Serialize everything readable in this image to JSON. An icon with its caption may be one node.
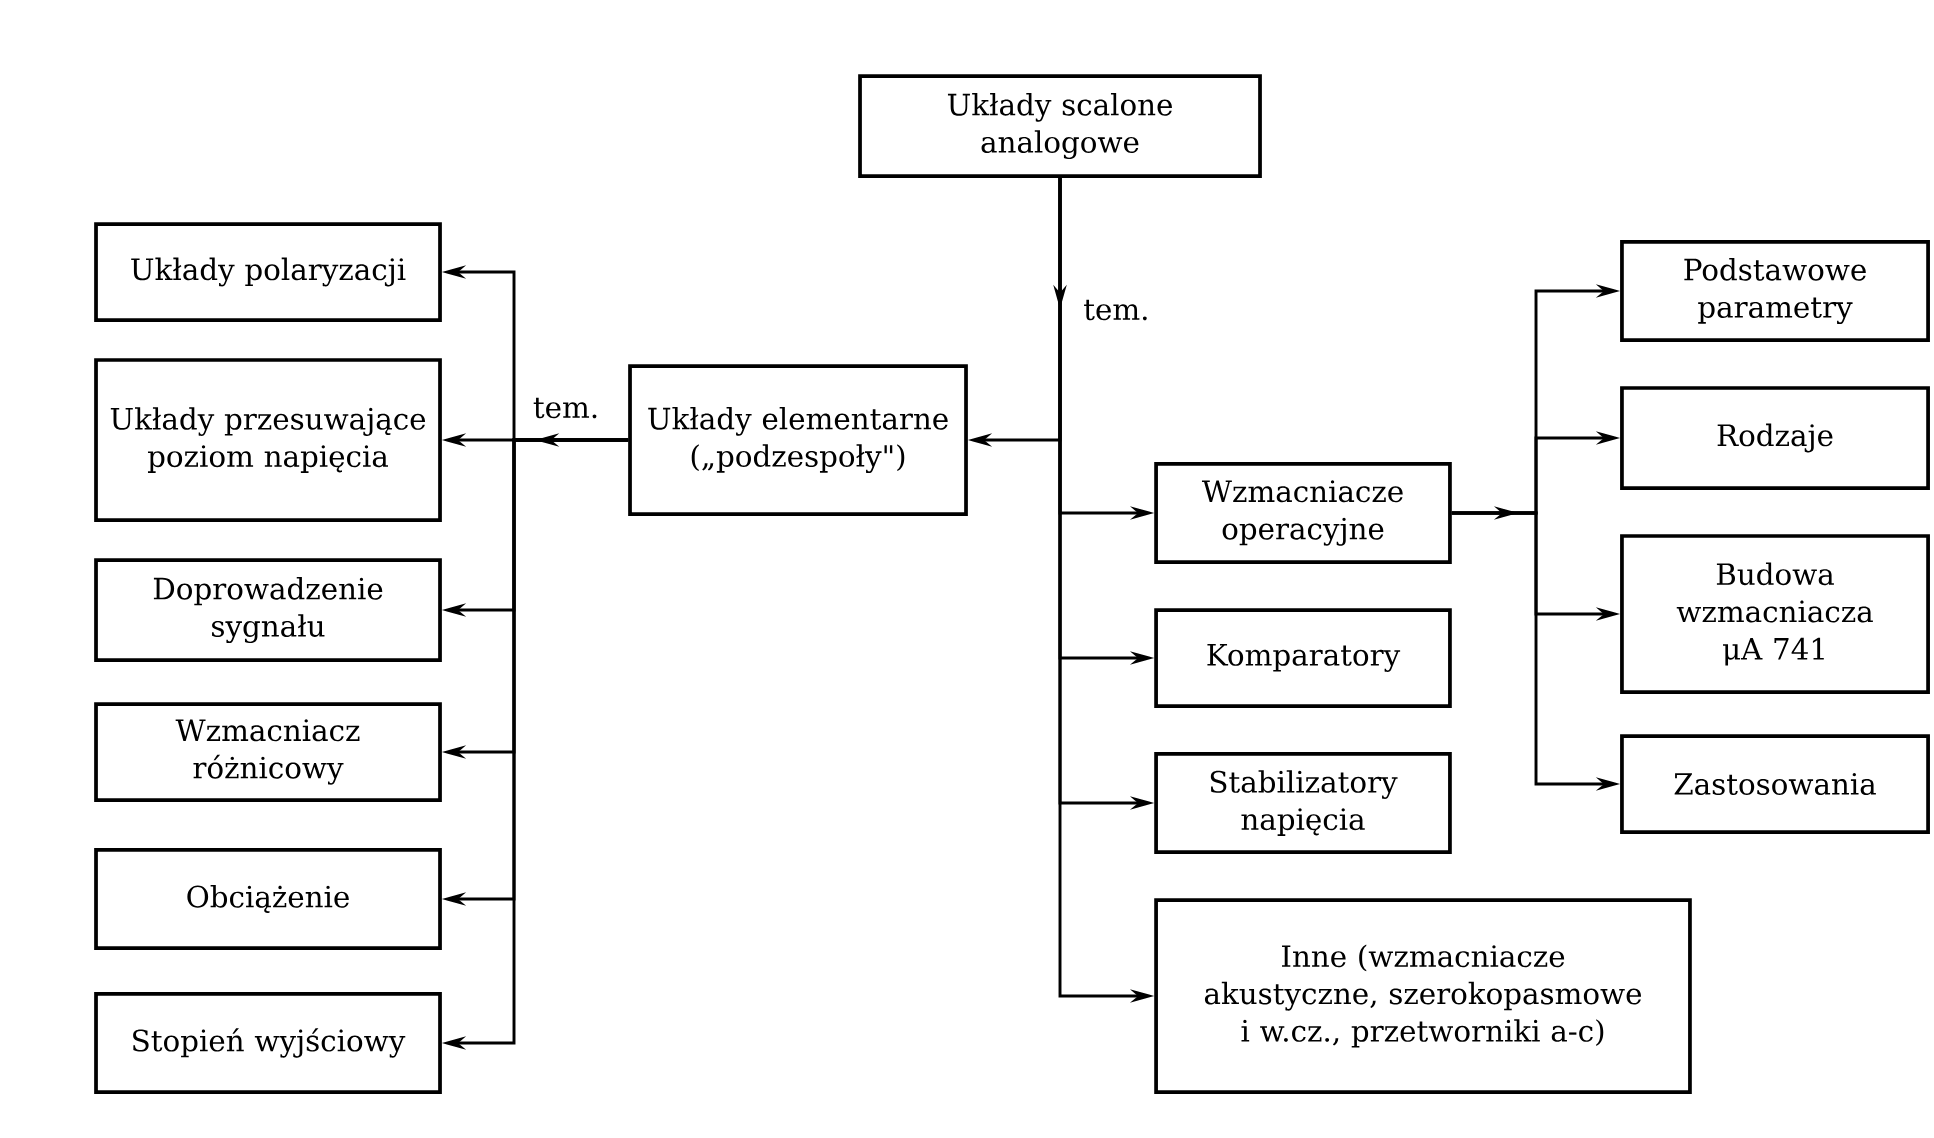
{
  "diagram": {
    "nodes": [
      {
        "text": [
          "Układy scalone analogowe"
        ]
      },
      {
        "text": [
          "Układy elementarne („podzespoły\")"
        ]
      },
      {
        "text": [
          "Układy polaryzacji"
        ]
      },
      {
        "text": [
          "Układy przesuwające poziom napięcia"
        ]
      },
      {
        "text": [
          "Doprowadzenie sygnału"
        ]
      },
      {
        "text": [
          "Wzmacniacz różnicowy"
        ]
      },
      {
        "text": [
          "Obciążenie"
        ]
      },
      {
        "text": [
          "Stopień wyjściowy"
        ]
      },
      {
        "text": [
          "Wzmacniacze operacyjne"
        ]
      },
      {
        "text": [
          "Komparatory"
        ]
      },
      {
        "text": [
          "Stabilizatory napięcia"
        ]
      },
      {
        "text": [
          "Inne (wzmacniacze akustyczne, szerokopasmowe i w.cz., przetworniki a-c)"
        ]
      },
      {
        "text": [
          "Podstawowe parametry"
        ]
      },
      {
        "text": [
          "Rodzaje"
        ]
      },
      {
        "text": [
          "Budowa wzmacniacza μA 741"
        ]
      },
      {
        "text": [
          "Zastosowania"
        ]
      }
    ],
    "edges": [
      {
        "from": 0,
        "to": 1,
        "arrow": "to",
        "label": "tem."
      },
      {
        "from": 0,
        "to": 8,
        "arrow": "to"
      },
      {
        "from": 0,
        "to": 9,
        "arrow": "to"
      },
      {
        "from": 0,
        "to": 10,
        "arrow": "to"
      },
      {
        "from": 0,
        "to": 11,
        "arrow": "to"
      },
      {
        "from": 1,
        "to": 2,
        "arrow": "to"
      },
      {
        "from": 1,
        "to": 3,
        "arrow": "to",
        "label": "tem."
      },
      {
        "from": 1,
        "to": 4,
        "arrow": "to"
      },
      {
        "from": 1,
        "to": 5,
        "arrow": "to"
      },
      {
        "from": 1,
        "to": 6,
        "arrow": "to"
      },
      {
        "from": 1,
        "to": 7,
        "arrow": "to"
      },
      {
        "from": 8,
        "to": 12,
        "arrow": "to"
      },
      {
        "from": 8,
        "to": 13,
        "arrow": "to"
      },
      {
        "from": 8,
        "to": 14,
        "arrow": "to"
      },
      {
        "from": 8,
        "to": 15,
        "arrow": "to"
      }
    ]
  }
}
